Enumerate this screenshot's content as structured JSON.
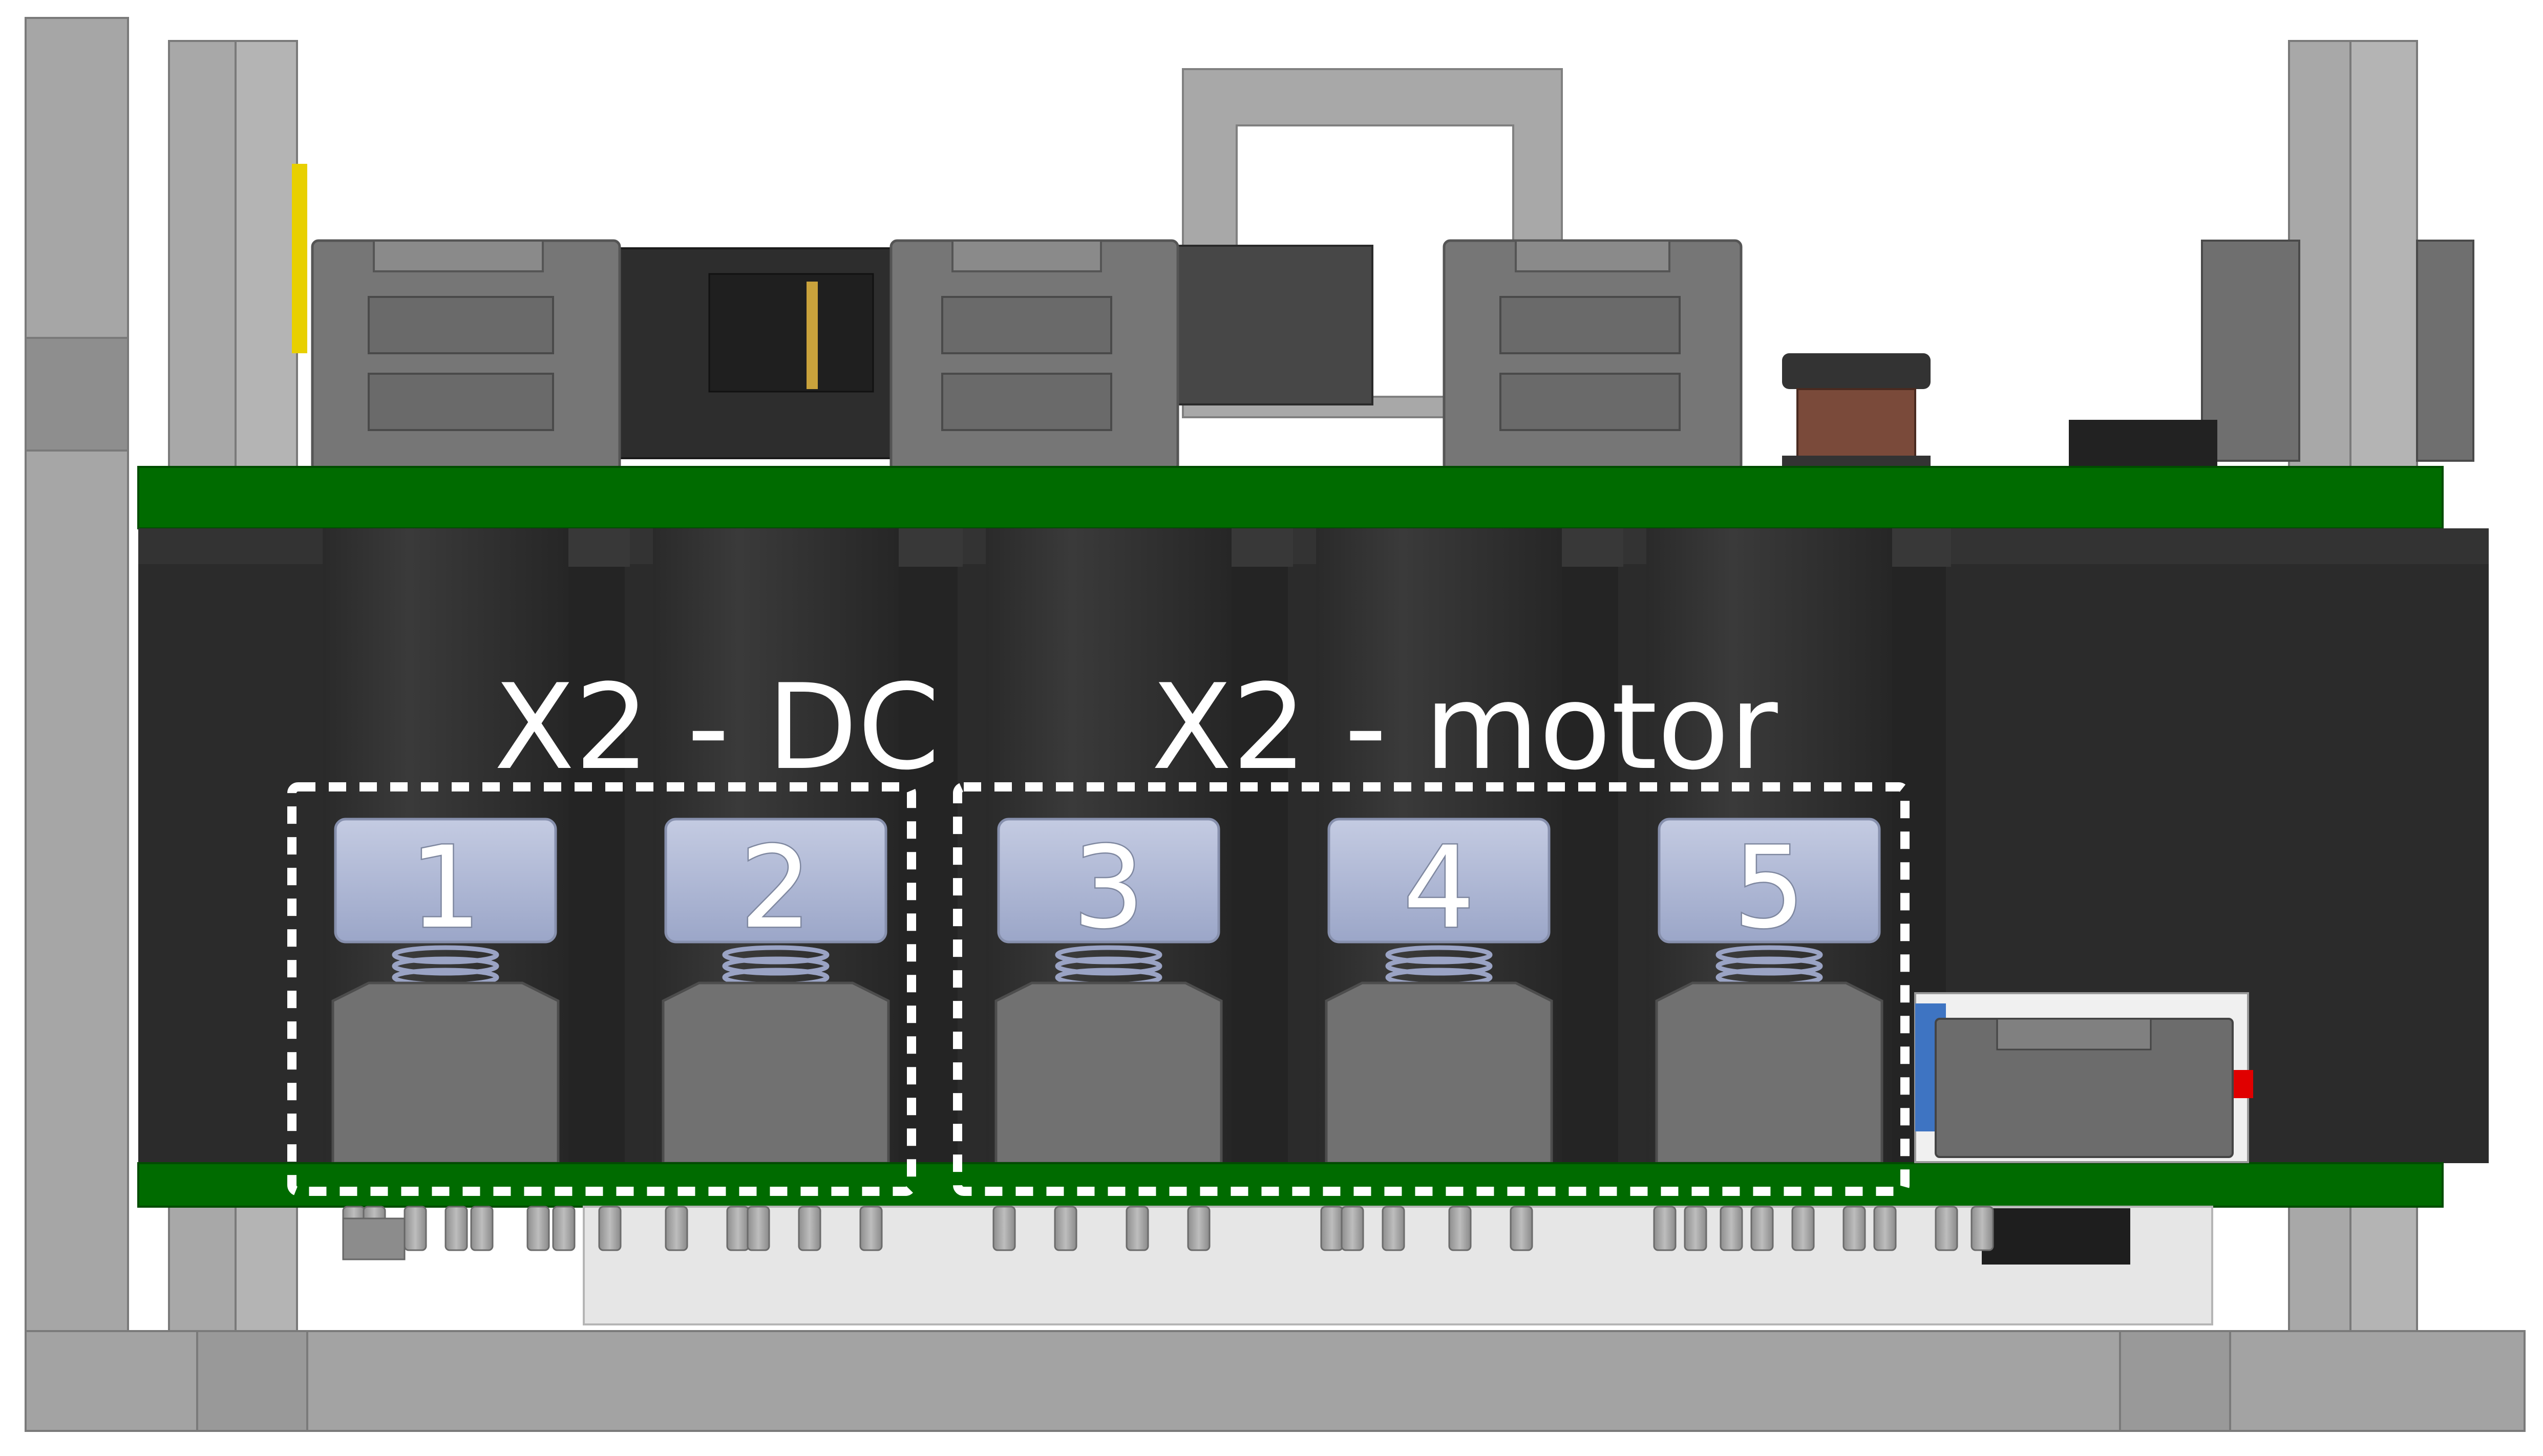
{
  "labels": {
    "group_dc": "X2 - DC",
    "group_motor": "X2 - motor"
  },
  "terminals": [
    {
      "number": "1",
      "group": "dc"
    },
    {
      "number": "2",
      "group": "dc"
    },
    {
      "number": "3",
      "group": "motor"
    },
    {
      "number": "4",
      "group": "motor"
    },
    {
      "number": "5",
      "group": "motor"
    }
  ],
  "colors": {
    "pcb_green": "#006b00",
    "block_dark": "#2b2b2b",
    "cap_blue_grey": "#aeb8d6",
    "frame_grey": "#a3a3a3",
    "highlight_white": "#ffffff"
  }
}
